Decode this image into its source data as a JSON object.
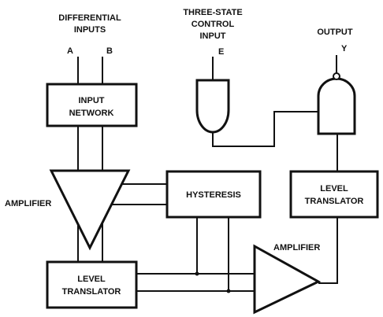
{
  "labels": {
    "diff_inputs_1": "DIFFERENTIAL",
    "diff_inputs_2": "INPUTS",
    "input_a": "A",
    "input_b": "B",
    "tsc_1": "THREE-STATE",
    "tsc_2": "CONTROL",
    "tsc_3": "INPUT",
    "input_e": "E",
    "output_title": "OUTPUT",
    "output_y": "Y",
    "input_network_1": "INPUT",
    "input_network_2": "NETWORK",
    "amplifier_left": "AMPLIFIER",
    "hysteresis": "HYSTERESIS",
    "level_translator_right_1": "LEVEL",
    "level_translator_right_2": "TRANSLATOR",
    "level_translator_left_1": "LEVEL",
    "level_translator_left_2": "TRANSLATOR",
    "amplifier_bottom": "AMPLIFIER"
  }
}
